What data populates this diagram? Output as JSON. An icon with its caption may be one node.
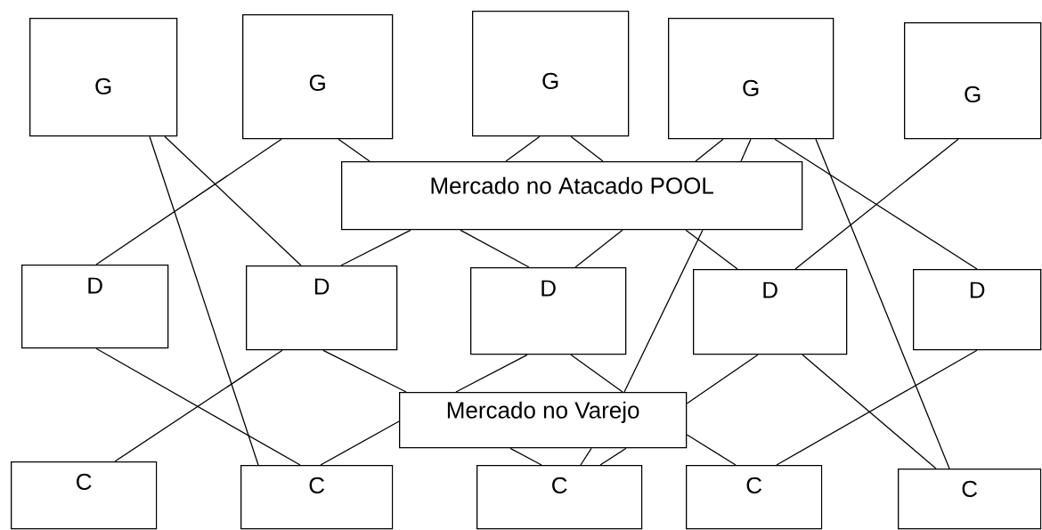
{
  "diagram": {
    "nodes": [
      {
        "text": [
          "G"
        ]
      },
      {
        "text": [
          "G"
        ]
      },
      {
        "text": [
          "G"
        ]
      },
      {
        "text": [
          "G"
        ]
      },
      {
        "text": [
          "G"
        ]
      },
      {
        "text": [
          "Mercado no Atacado POOL"
        ]
      },
      {
        "text": [
          "D"
        ]
      },
      {
        "text": [
          "D"
        ]
      },
      {
        "text": [
          "D"
        ]
      },
      {
        "text": [
          "D"
        ]
      },
      {
        "text": [
          "D"
        ]
      },
      {
        "text": [
          "Mercado no Varejo"
        ]
      },
      {
        "text": [
          "C"
        ]
      },
      {
        "text": [
          "C"
        ]
      },
      {
        "text": [
          "C"
        ]
      },
      {
        "text": [
          "C"
        ]
      },
      {
        "text": [
          "C"
        ]
      }
    ],
    "edges": [
      {
        "from": 0,
        "to": 13,
        "arrow": "none"
      },
      {
        "from": 0,
        "to": 7,
        "arrow": "none"
      },
      {
        "from": 1,
        "to": 6,
        "arrow": "none"
      },
      {
        "from": 1,
        "to": 5,
        "arrow": "none"
      },
      {
        "from": 5,
        "to": 8,
        "arrow": "none"
      },
      {
        "from": 2,
        "to": 5,
        "arrow": "none"
      },
      {
        "from": 5,
        "to": 7,
        "arrow": "none"
      },
      {
        "from": 2,
        "to": 5,
        "arrow": "none"
      },
      {
        "from": 5,
        "to": 9,
        "arrow": "none"
      },
      {
        "from": 3,
        "to": 5,
        "arrow": "none"
      },
      {
        "from": 5,
        "to": 8,
        "arrow": "none"
      },
      {
        "from": 3,
        "to": 5,
        "arrow": "none"
      },
      {
        "from": 5,
        "to": 11,
        "arrow": "none"
      },
      {
        "from": 11,
        "to": 14,
        "arrow": "none"
      },
      {
        "from": 3,
        "to": 10,
        "arrow": "none"
      },
      {
        "from": 3,
        "to": 16,
        "arrow": "none"
      },
      {
        "from": 4,
        "to": 9,
        "arrow": "none"
      },
      {
        "from": 6,
        "to": 13,
        "arrow": "none"
      },
      {
        "from": 7,
        "to": 12,
        "arrow": "none"
      },
      {
        "from": 7,
        "to": 11,
        "arrow": "none"
      },
      {
        "from": 11,
        "to": 14,
        "arrow": "none"
      },
      {
        "from": 8,
        "to": 11,
        "arrow": "none"
      },
      {
        "from": 11,
        "to": 13,
        "arrow": "none"
      },
      {
        "from": 8,
        "to": 11,
        "arrow": "none"
      },
      {
        "from": 11,
        "to": 15,
        "arrow": "none"
      },
      {
        "from": 9,
        "to": 11,
        "arrow": "none"
      },
      {
        "from": 11,
        "to": 14,
        "arrow": "none"
      },
      {
        "from": 9,
        "to": 16,
        "arrow": "none"
      },
      {
        "from": 10,
        "to": 15,
        "arrow": "none"
      }
    ]
  }
}
